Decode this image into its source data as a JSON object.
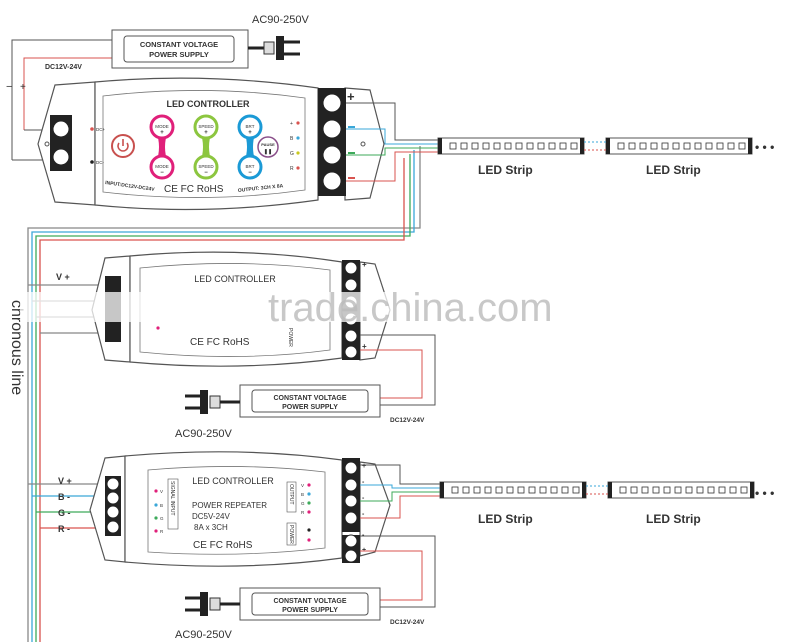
{
  "colors": {
    "red": "#d9534f",
    "blue": "#3aa7d8",
    "green": "#3daa5a",
    "black": "#333333",
    "pink": "#e0207a",
    "lime": "#8cc63f",
    "cyan": "#1b9ad6"
  },
  "psu": {
    "line1": "CONSTANT VOLTAGE",
    "line2": "POWER SUPPLY",
    "ac": "AC90-250V",
    "dc": "DC12V-24V"
  },
  "controller_main": {
    "title": "LED CONTROLLER",
    "input": "INPUT:DC12V-DC24V",
    "output": "OUTPUT: 3CH X 8A",
    "dc_plus": "DC+",
    "dc_minus": "DC-",
    "pause": "PAUSE",
    "buttons": [
      {
        "label": "MODE",
        "sign_top": "+",
        "sign_bottom": "−",
        "color": "#e0207a"
      },
      {
        "label": "SPEED",
        "sign_top": "+",
        "sign_bottom": "−",
        "color": "#8cc63f"
      },
      {
        "label": "BRT",
        "sign_top": "+",
        "sign_bottom": "−",
        "color": "#1b9ad6"
      }
    ],
    "indicators": [
      "+",
      "B",
      "G",
      "R"
    ],
    "cert": "CE FC RoHS",
    "out_plus": "+",
    "out_minus": "−"
  },
  "controller_second": {
    "title": "LED CONTROLLER",
    "cert": "CE FC RoHS",
    "power": "POWER",
    "v_plus": "V +",
    "plus": "+"
  },
  "controller_repeater": {
    "title": "LED CONTROLLER",
    "signal_input": "SIGNAL INPUT",
    "output": "OUTPUT",
    "power": "POWER",
    "line1": "POWER REPEATER",
    "line2": "DC5V-24V",
    "line3": "8A x 3CH",
    "cert": "CE FC RoHS",
    "pins": [
      "V",
      "B",
      "G",
      "R"
    ],
    "inputs": [
      "V +",
      "B -",
      "G -",
      "R -"
    ],
    "out_signs": [
      "+",
      "-",
      "-",
      "-"
    ],
    "power_signs": [
      "-",
      "+"
    ]
  },
  "strip_label": "LED Strip",
  "ellipsis": "• • •",
  "sync_line": "chronous line",
  "watermark": "trade.china.com"
}
